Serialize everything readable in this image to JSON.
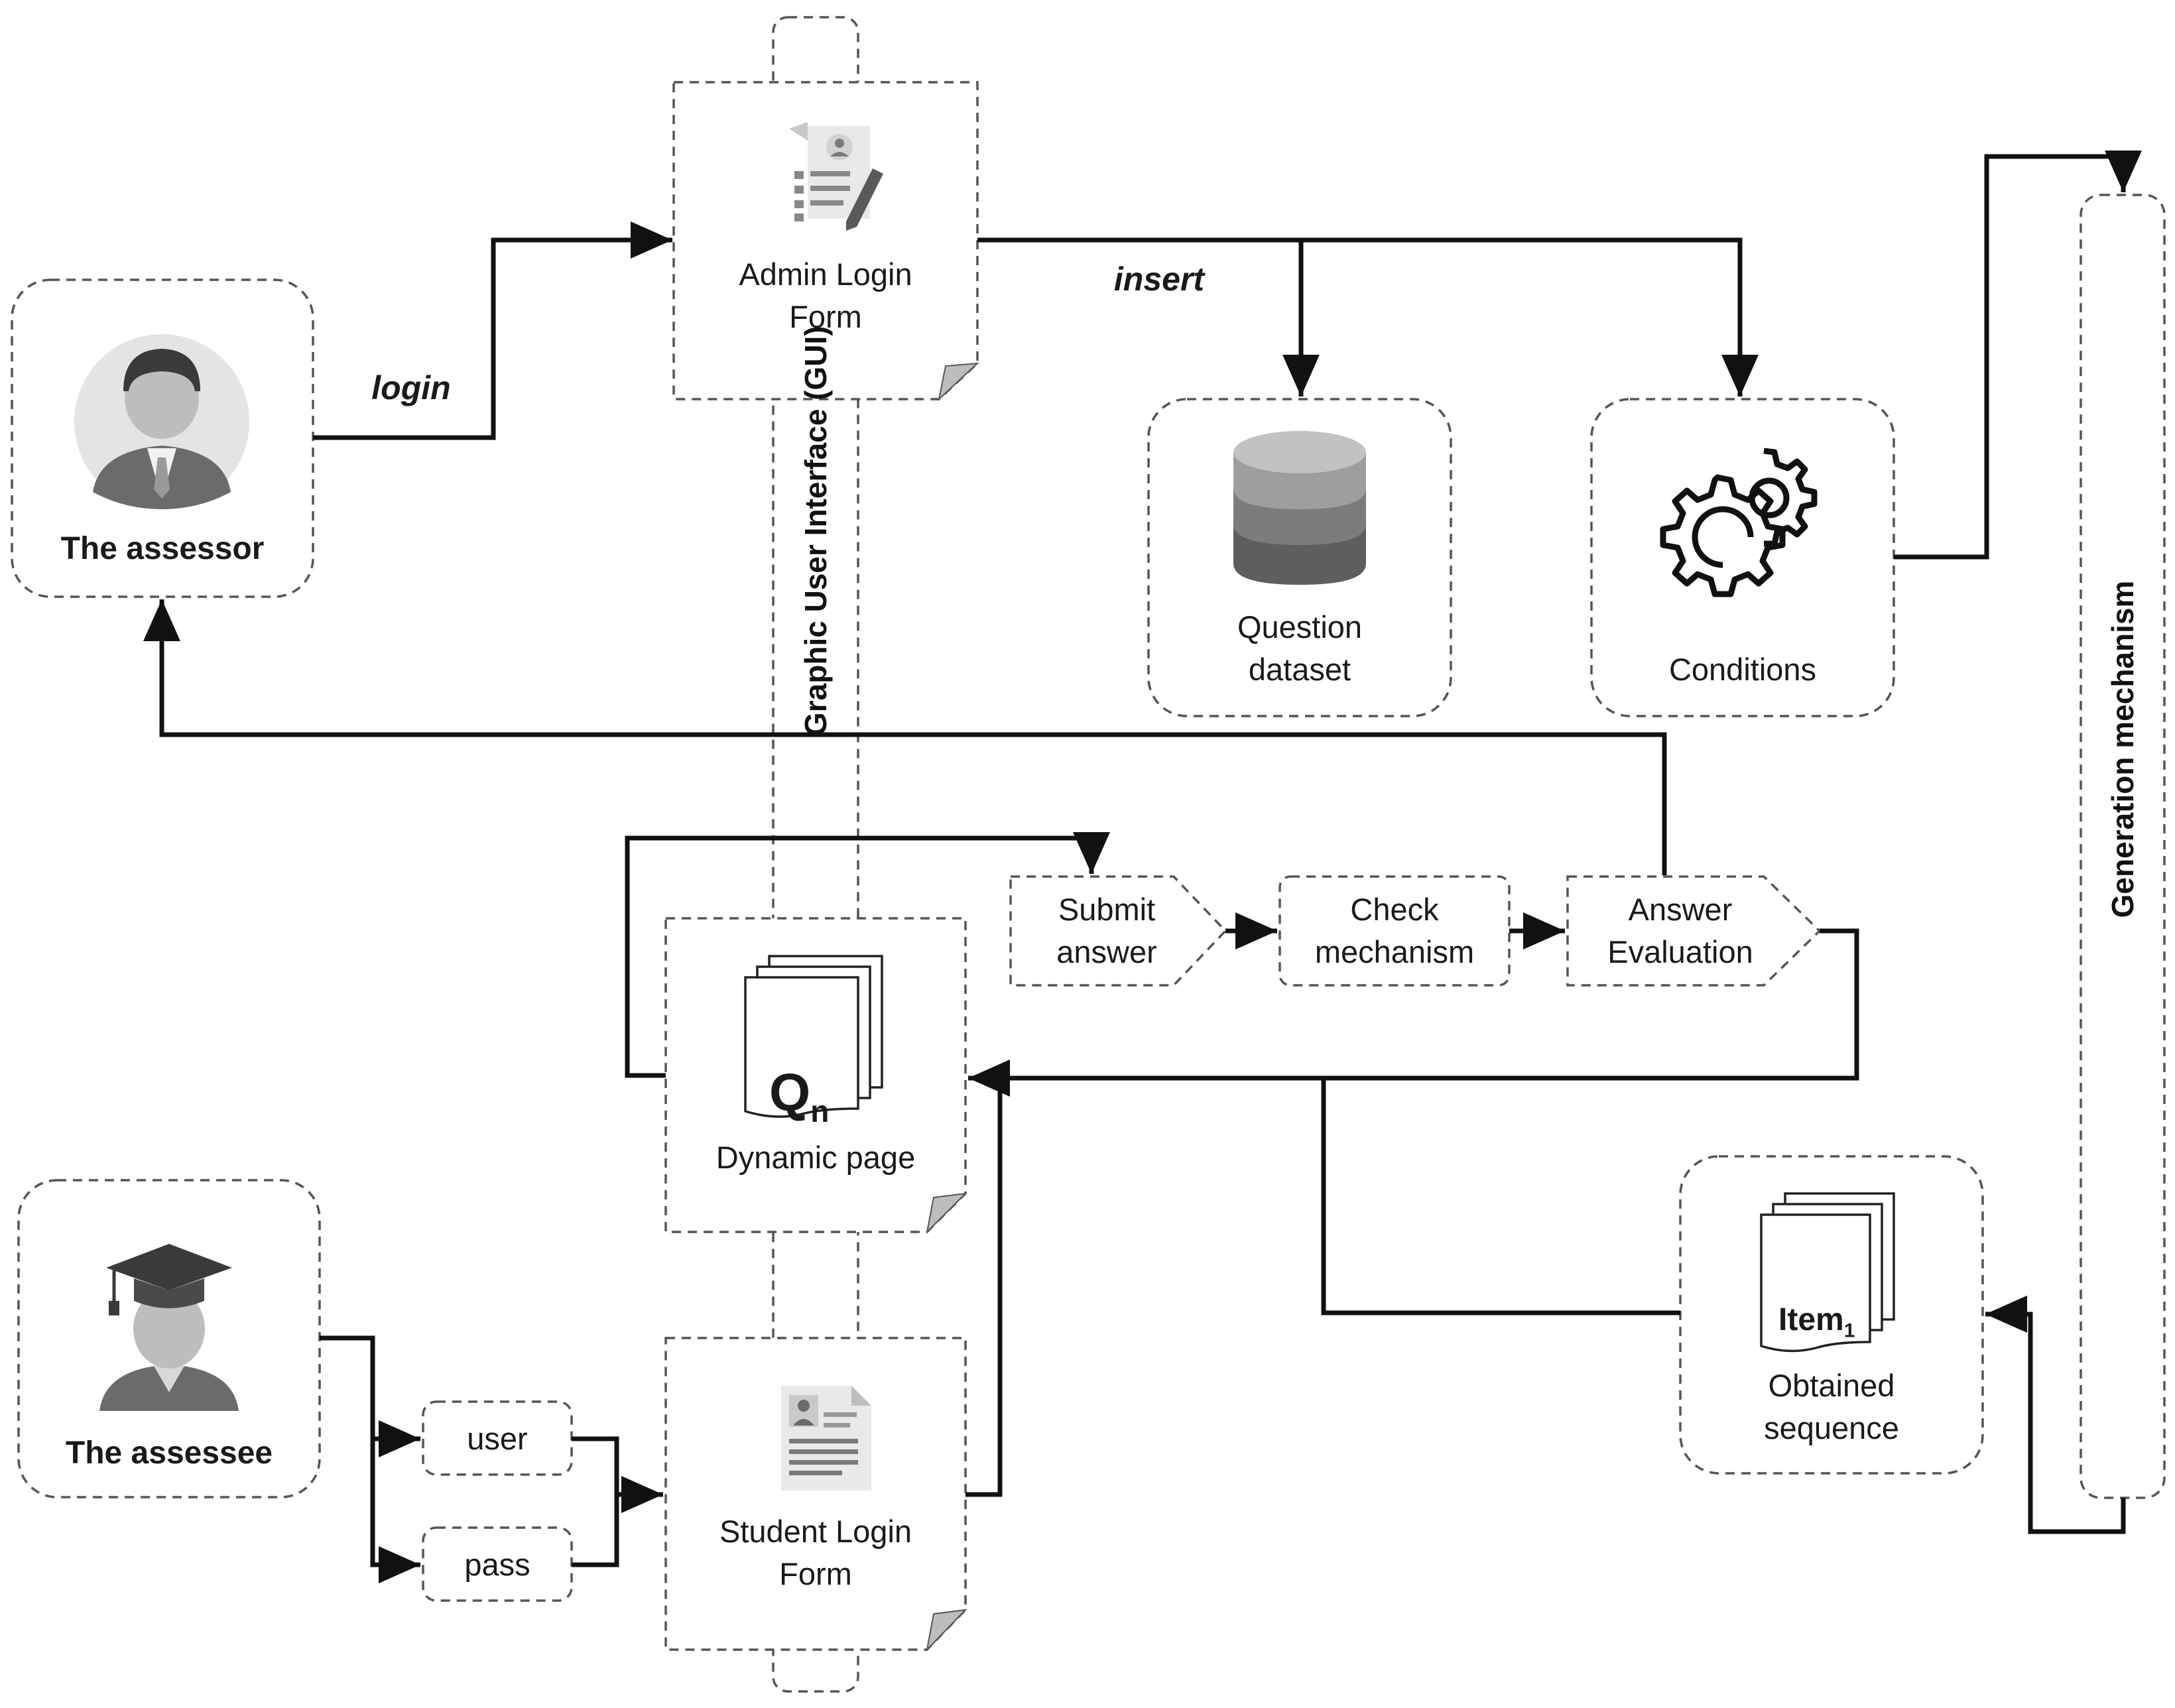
{
  "actors": {
    "assessor": {
      "label": "The assessor",
      "icon": "businessman-icon"
    },
    "assessee": {
      "label": "The assessee",
      "icon": "graduate-student-icon"
    }
  },
  "forms": {
    "admin_login": {
      "label": "Admin Login\nForm",
      "icon": "registration-form-icon"
    },
    "dynamic_page": {
      "label": "Dynamic page",
      "icon": "question-pages-icon",
      "icon_text": "Q",
      "icon_sub": "n"
    },
    "student_login": {
      "label": "Student Login\nForm",
      "icon": "student-profile-form-icon"
    }
  },
  "resources": {
    "question_dataset": {
      "label": "Question\ndataset",
      "icon": "database-icon"
    },
    "conditions": {
      "label": "Conditions",
      "icon": "gears-icon"
    },
    "obtained_sequence": {
      "label": "Obtained\nsequence",
      "icon": "item-pages-icon",
      "icon_text": "Item",
      "icon_sub": "1"
    }
  },
  "process": {
    "submit": "Submit\nanswer",
    "check": "Check\nmechanism",
    "evaluation": "Answer\nEvaluation"
  },
  "credentials": {
    "user": "user",
    "pass": "pass"
  },
  "edges": {
    "login": "login",
    "insert": "insert"
  },
  "bands": {
    "gui": "Graphic User Interface (GUI)",
    "generation": "Generation mechanism"
  },
  "colors": {
    "line": "#111111",
    "border": "#444444",
    "icon_gray": "#7a7a7a"
  }
}
